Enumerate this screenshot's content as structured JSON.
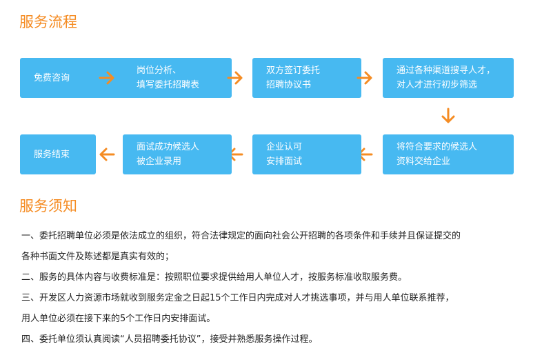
{
  "process": {
    "title": "服务流程",
    "steps": [
      {
        "lines": [
          "免费咨询"
        ]
      },
      {
        "lines": [
          "岗位分析、",
          "填写委托招聘表"
        ]
      },
      {
        "lines": [
          "双方签订委托",
          "招聘协议书"
        ]
      },
      {
        "lines": [
          "通过各种渠道搜寻人才，",
          "对人才进行初步筛选"
        ]
      },
      {
        "lines": [
          "将符合要求的候选人",
          "资料交给企业"
        ]
      },
      {
        "lines": [
          "企业认可",
          "安排面试"
        ]
      },
      {
        "lines": [
          "面试成功候选人",
          "被企业录用"
        ]
      },
      {
        "lines": [
          "服务结束"
        ]
      }
    ]
  },
  "notice": {
    "title": "服务须知",
    "lines": [
      "一、委托招聘单位必须是依法成立的组织，符合法律规定的面向社会公开招聘的各项条件和手续并且保证提交的",
      "各种书面文件及陈述都是真实有效的；",
      "二、服务的具体内容与收费标准是：按照职位要求提供给用人单位人才，按服务标准收取服务费。",
      "三、开发区人力资源市场就收到服务定金之日起15个工作日内完成对人才挑选事项，并与用人单位联系推荐，",
      "用人单位必须在接下来的5个工作日内安排面试。",
      "四、委托单位须认真阅读“人员招聘委托协议”，接受并熟悉服务操作过程。"
    ]
  },
  "colors": {
    "accent": "#f58c23",
    "box": "#47b9f1",
    "box_text": "#ffffff",
    "body_text": "#222222"
  },
  "icons": {
    "arrow_right": "arrow-right-icon",
    "arrow_down": "arrow-down-icon",
    "arrow_left": "arrow-left-icon"
  }
}
